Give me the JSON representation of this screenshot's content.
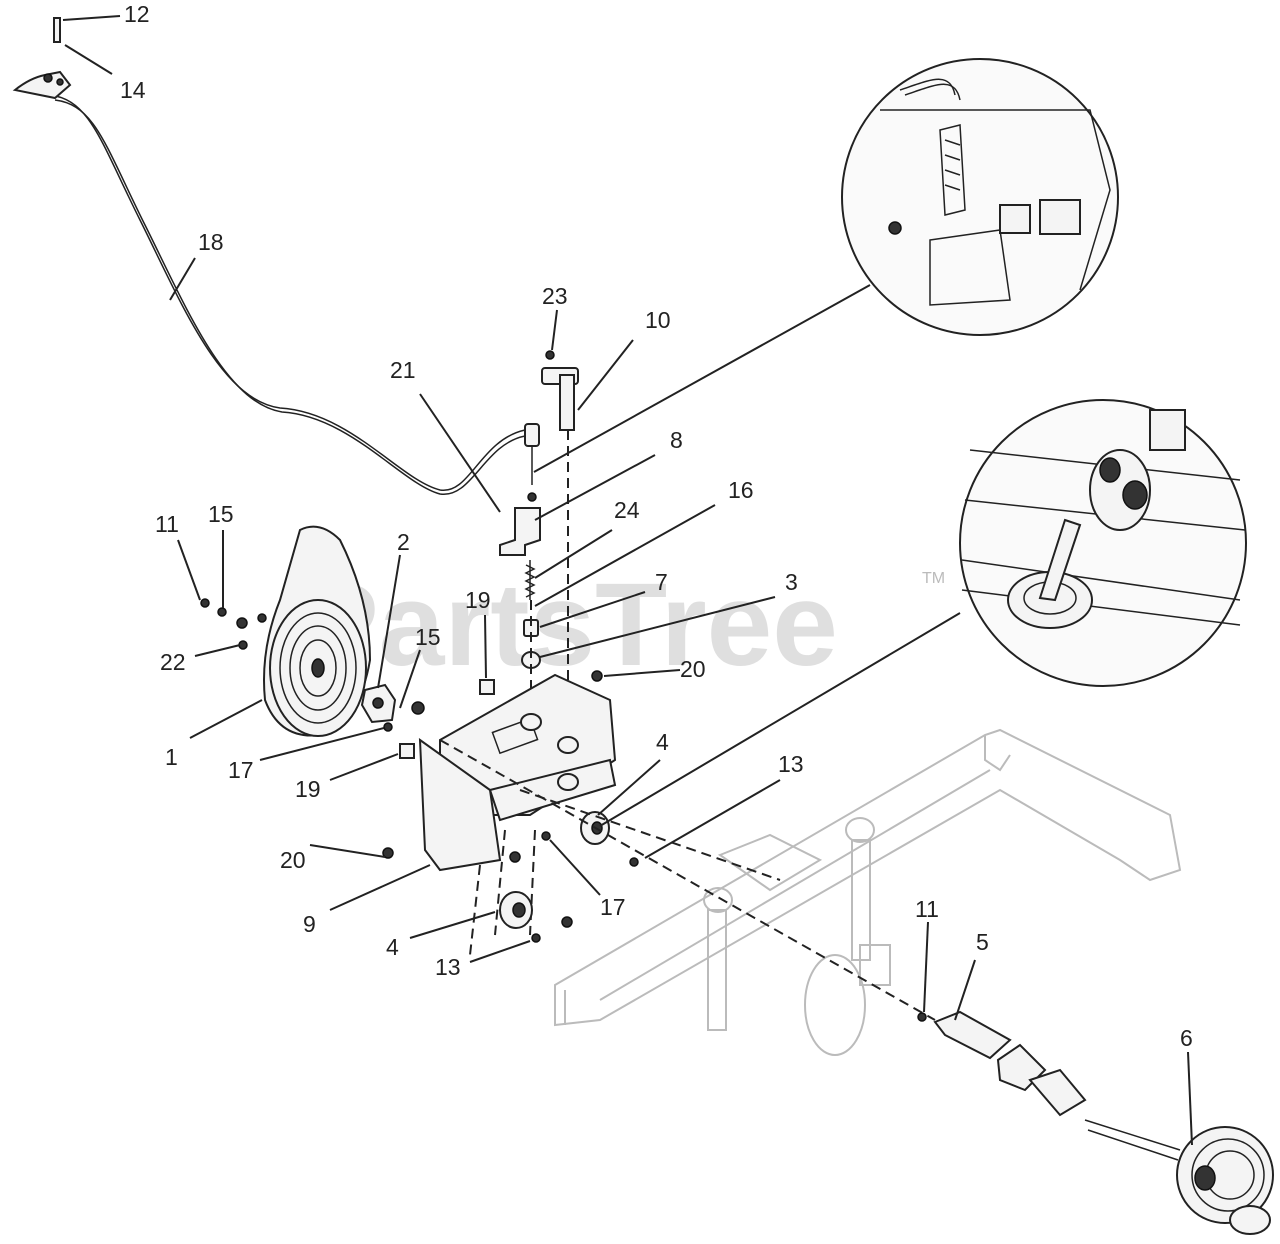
{
  "watermark": {
    "text": "PartsTree",
    "mark": "TM"
  },
  "callouts": [
    {
      "id": "c12",
      "text": "12"
    },
    {
      "id": "c14",
      "text": "14"
    },
    {
      "id": "c18",
      "text": "18"
    },
    {
      "id": "c23",
      "text": "23"
    },
    {
      "id": "c10",
      "text": "10"
    },
    {
      "id": "c21",
      "text": "21"
    },
    {
      "id": "c8",
      "text": "8"
    },
    {
      "id": "c24",
      "text": "24"
    },
    {
      "id": "c16",
      "text": "16"
    },
    {
      "id": "c11a",
      "text": "11"
    },
    {
      "id": "c15a",
      "text": "15"
    },
    {
      "id": "c2",
      "text": "2"
    },
    {
      "id": "c19a",
      "text": "19"
    },
    {
      "id": "c7",
      "text": "7"
    },
    {
      "id": "c3",
      "text": "3"
    },
    {
      "id": "c15b",
      "text": "15"
    },
    {
      "id": "c22",
      "text": "22"
    },
    {
      "id": "c20a",
      "text": "20"
    },
    {
      "id": "c1",
      "text": "1"
    },
    {
      "id": "c17a",
      "text": "17"
    },
    {
      "id": "c4a",
      "text": "4"
    },
    {
      "id": "c13a",
      "text": "13"
    },
    {
      "id": "c19b",
      "text": "19"
    },
    {
      "id": "c20b",
      "text": "20"
    },
    {
      "id": "c9",
      "text": "9"
    },
    {
      "id": "c17b",
      "text": "17"
    },
    {
      "id": "c11b",
      "text": "11"
    },
    {
      "id": "c5",
      "text": "5"
    },
    {
      "id": "c4b",
      "text": "4"
    },
    {
      "id": "c13b",
      "text": "13"
    },
    {
      "id": "c6",
      "text": "6"
    }
  ]
}
